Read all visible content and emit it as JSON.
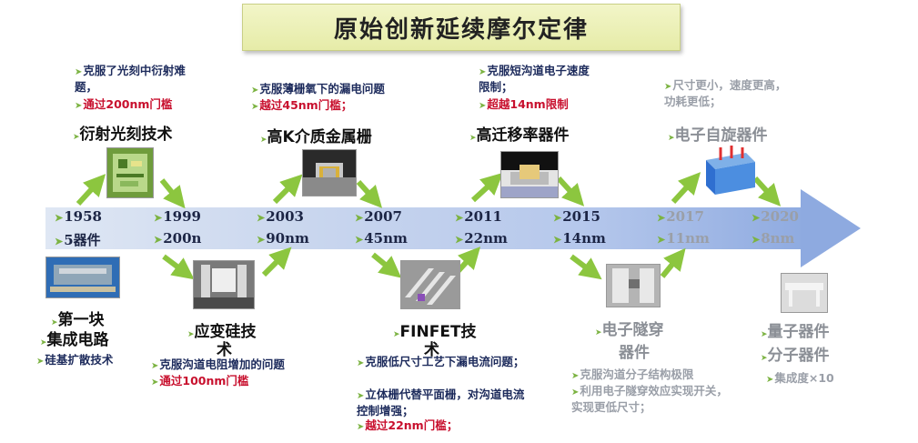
{
  "title": "原始创新延续摩尔定律",
  "timeline": [
    {
      "year": "1958",
      "node": "5器件"
    },
    {
      "year": "1999",
      "node": "200n"
    },
    {
      "year": "2003",
      "node": "90nm"
    },
    {
      "year": "2007",
      "node": "45nm"
    },
    {
      "year": "2011",
      "node": "22nm"
    },
    {
      "year": "2015",
      "node": "14nm"
    },
    {
      "year": "2017",
      "node": "11nm"
    },
    {
      "year": "2020",
      "node": "8nm"
    }
  ],
  "above": {
    "diffraction": {
      "desc": "克服了光刻中衍射难题，",
      "threshold": "通过200nm门槛",
      "name": "衍射光刻技术"
    },
    "highk": {
      "desc": "克服薄栅氧下的漏电问题",
      "threshold": "越过45nm门槛；",
      "name": "高K介质金属栅"
    },
    "highmobility": {
      "desc": "克服短沟道电子速度限制；",
      "threshold": "超越14nm限制",
      "name": "高迁移率器件"
    },
    "spin": {
      "desc": "尺寸更小，速度更高，功耗更低；",
      "name": "电子自旋器件"
    }
  },
  "below": {
    "ic": {
      "name1": "第一块",
      "name2": "集成电路",
      "desc": "硅基扩散技术"
    },
    "strain": {
      "name1": "应变硅技",
      "name2": "术",
      "desc": "克服沟道电阻增加的问题",
      "threshold": "通过100nm门槛"
    },
    "finfet": {
      "name1": "FINFET技",
      "name2": "术",
      "desc1": "克服低尺寸工艺下漏电流问题；",
      "desc2": "立体栅代替平面栅，对沟道电流控制增强；",
      "threshold": "越过22nm门槛；"
    },
    "tunnel": {
      "name1": "电子隧穿",
      "name2": "器件",
      "desc1": "克服沟道分子结构极限",
      "desc2": "利用电子隧穿效应实现开关，实现更低尺寸；"
    },
    "quantum": {
      "name1": "量子器件",
      "name2": "分子器件",
      "desc": "集成度×10"
    }
  },
  "colors": {
    "arrow_green": "#8cc63f",
    "timeline_blue": "#8eaae0",
    "threshold_red": "#c8102e",
    "text_navy": "#1d2b5c"
  }
}
